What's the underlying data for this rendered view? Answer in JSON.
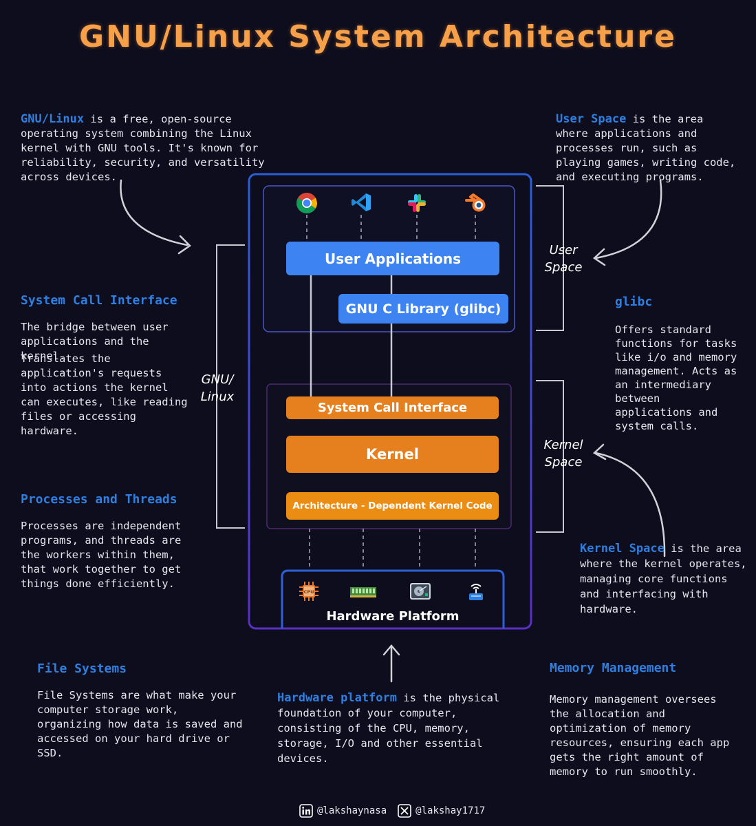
{
  "title": "GNU/Linux System Architecture",
  "notes": {
    "gnu_linux": {
      "term": "GNU/Linux",
      "text": " is a free, open-source operating system combining the Linux kernel with GNU tools. It's known for reliability, security, and versatility across devices."
    },
    "user_space": {
      "term": "User Space",
      "text": " is the area where applications and processes run, such as playing games, writing code, and executing programs."
    },
    "system_call_interface": {
      "heading": "System Call Interface",
      "text1": "The bridge between user applications and the kernel.",
      "text2": "Translates the application's requests into actions the kernel can executes, like reading files or accessing hardware."
    },
    "glibc": {
      "heading": "glibc",
      "text": "Offers standard functions for tasks like i/o and memory management. Acts as an intermediary between applications and system calls."
    },
    "processes_threads": {
      "heading": "Processes and Threads",
      "text": "Processes are independent programs, and threads are the workers within them, that work together to get things done efficiently."
    },
    "kernel_space": {
      "term": "Kernel Space",
      "text": " is the area where the kernel operates, managing core functions and interfacing with hardware."
    },
    "file_systems": {
      "heading": "File Systems",
      "text": "File Systems are what make your computer storage work, organizing how data is saved and accessed on your hard drive or SSD."
    },
    "hardware_platform": {
      "term": "Hardware platform",
      "text": " is the physical foundation of your computer, consisting of the CPU, memory, storage, I/O and other essential devices."
    },
    "memory_management": {
      "heading": "Memory Management",
      "text": "Memory management oversees the allocation and optimization of memory resources, ensuring each app gets the right amount of memory to run smoothly."
    }
  },
  "diagram": {
    "labels": {
      "gnu_linux": "GNU/ Linux",
      "user_space": "User Space",
      "kernel_space": "Kernel Space"
    },
    "boxes": {
      "user_applications": "User Applications",
      "glibc": "GNU C Library (glibc)",
      "system_call_interface": "System Call Interface",
      "kernel": "Kernel",
      "arch_code": "Architecture - Dependent Kernel Code",
      "hardware_platform": "Hardware Platform"
    },
    "app_icons": [
      "chrome-icon",
      "vscode-icon",
      "slack-icon",
      "blender-icon"
    ],
    "hw_icons": [
      "cpu-icon",
      "ram-icon",
      "hard-drive-icon",
      "network-icon"
    ],
    "cpu_text": "CPU"
  },
  "footer": {
    "linkedin": "@lakshaynasa",
    "x": "@lakshay1717"
  },
  "colors": {
    "background": "#0d0d1d",
    "title": "#f6a04a",
    "highlight": "#2f7fe0",
    "blue_box": "#3d84f2",
    "orange_box": "#e6801f",
    "outer_border": "#2d5fd0"
  }
}
